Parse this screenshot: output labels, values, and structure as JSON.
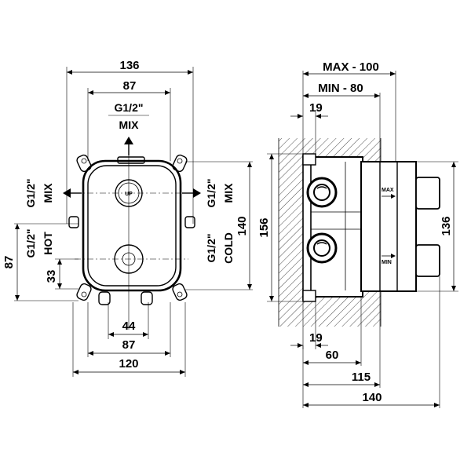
{
  "front_view": {
    "dims": {
      "overall_width": "136",
      "inner_width": "87",
      "bottom_spacing_44": "44",
      "bottom_spacing_87": "87",
      "bottom_width": "120",
      "left_height": "87",
      "left_offset": "33",
      "right_height": "140"
    },
    "labels": {
      "top_thread": "G1/2\"",
      "top_port": "MIX",
      "left_thread_upper": "G1/2\"",
      "left_port_upper": "MIX",
      "left_thread_lower": "G1/2\"",
      "left_port_lower": "HOT",
      "right_thread_upper": "G1/2\"",
      "right_port_upper": "MIX",
      "right_thread_lower": "G1/2\"",
      "right_port_lower": "COLD",
      "up_marking": "UP"
    }
  },
  "side_view": {
    "dims": {
      "max_depth": "MAX - 100",
      "min_depth": "MIN - 80",
      "top_19": "19",
      "bottom_19": "19",
      "depth_60": "60",
      "depth_115": "115",
      "depth_140": "140",
      "height_156": "156",
      "height_136": "136"
    },
    "labels": {
      "max_mark": "MAX",
      "min_mark": "MIN"
    }
  }
}
